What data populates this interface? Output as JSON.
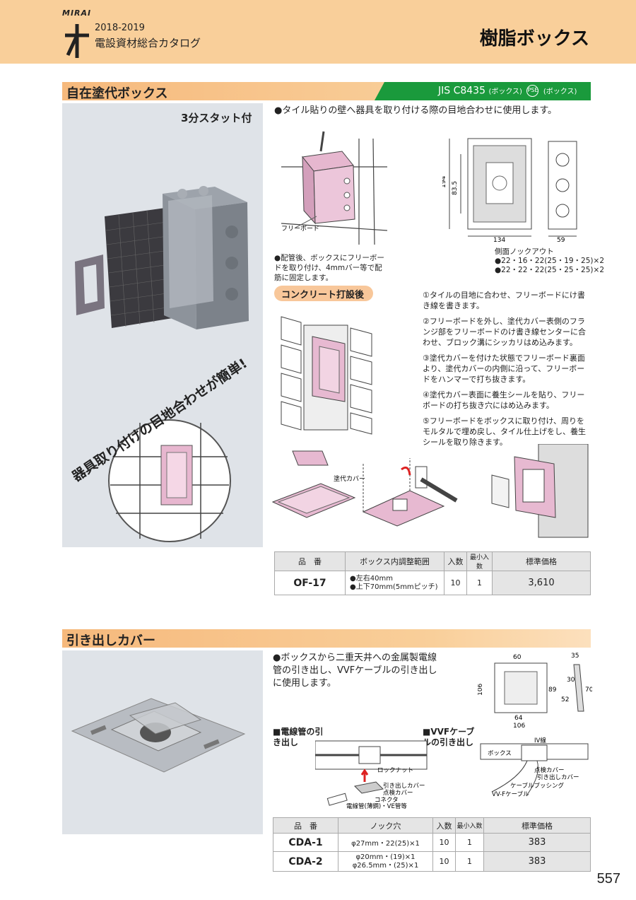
{
  "header": {
    "logo_text": "MIRAI",
    "year": "2018-2019",
    "catalog": "電設資材総合カタログ",
    "page_title": "樹脂ボックス"
  },
  "section1": {
    "title": "自在塗代ボックス",
    "jis": "JIS C8435",
    "jis_box1": "(ボックス)",
    "ps_mark": "PSE",
    "jis_box2": "(ボックス)",
    "stud_label": "3分スタット付",
    "photo_caption": "器具取り付けの目地合わせが簡単!",
    "intro": "●タイル貼りの壁へ器具を取り付ける際の目地合わせに使用します。",
    "free_board_label": "フリーボード",
    "note": "●配管後、ボックスにフリーボードを取り付け、4mmバー等で配筋に固定します。",
    "dims": {
      "h194": "194",
      "h83": "83.5",
      "w134": "134",
      "d59": "59"
    },
    "side_knock": "側面ノックアウト",
    "knock1": "●22・16・22(25・19・25)×2",
    "knock2": "●22・22・22(25・25・25)×2",
    "concrete_tag": "コンクリート打設後",
    "steps": [
      "①タイルの目地に合わせ、フリーボードにけ書き線を書きます。",
      "②フリーボードを外し、塗代カバー表側のフランジ部をフリーボードのけ書き線センターに合わせ、ブロック溝にシッカリはめ込みます。",
      "③塗代カバーを付けた状態でフリーボード裏面より、塗代カバーの内側に沿って、フリーボードをハンマーで打ち抜きます。",
      "④塗代カバー表面に養生シールを貼り、フリーボードの打ち抜き穴にはめ込みます。",
      "⑤フリーボードをボックスに取り付け、周りをモルタルで埋め戻し、タイル仕上げをし、養生シールを取り除きます。"
    ],
    "cover_label": "塗代カバー",
    "table": {
      "headers": [
        "品　番",
        "ボックス内調整範囲",
        "入数",
        "最小入数",
        "標準価格"
      ],
      "rows": [
        {
          "code": "OF-17",
          "range1": "●左右40mm",
          "range2": "●上下70mm(5mmピッチ)",
          "qty": "10",
          "min": "1",
          "price": "3,610"
        }
      ]
    }
  },
  "section2": {
    "title": "引き出しカバー",
    "intro": "●ボックスから二重天井への金属製電線管の引き出し、VVFケーブルの引き出しに使用します。",
    "dims": {
      "d60": "60",
      "d35": "35",
      "d106": "106",
      "d89": "89",
      "d30": "30",
      "d52": "52",
      "d70": "70",
      "d64": "64",
      "d106b": "106"
    },
    "conduit_heading": "■電線管の引き出し",
    "vvf_heading": "■VVFケーブルの引き出し",
    "labels_left": [
      "ロックナット",
      "引き出しカバー",
      "点検カバー",
      "コネクタ",
      "電線管(薄鋼)・VE管等"
    ],
    "labels_right": [
      "IV線",
      "ボックス",
      "点検カバー",
      "引き出しカバー",
      "ケーブルブッシング",
      "VV-Fケーブル"
    ],
    "table": {
      "headers": [
        "品　番",
        "ノック穴",
        "入数",
        "最小入数",
        "標準価格"
      ],
      "rows": [
        {
          "code": "CDA-1",
          "knock1": "φ27mm・22(25)×1",
          "knock2": "",
          "qty": "10",
          "min": "1",
          "price": "383"
        },
        {
          "code": "CDA-2",
          "knock1": "φ20mm・(19)×1",
          "knock2": "φ26.5mm・(25)×1",
          "qty": "10",
          "min": "1",
          "price": "383"
        }
      ]
    }
  },
  "page_number": "557"
}
